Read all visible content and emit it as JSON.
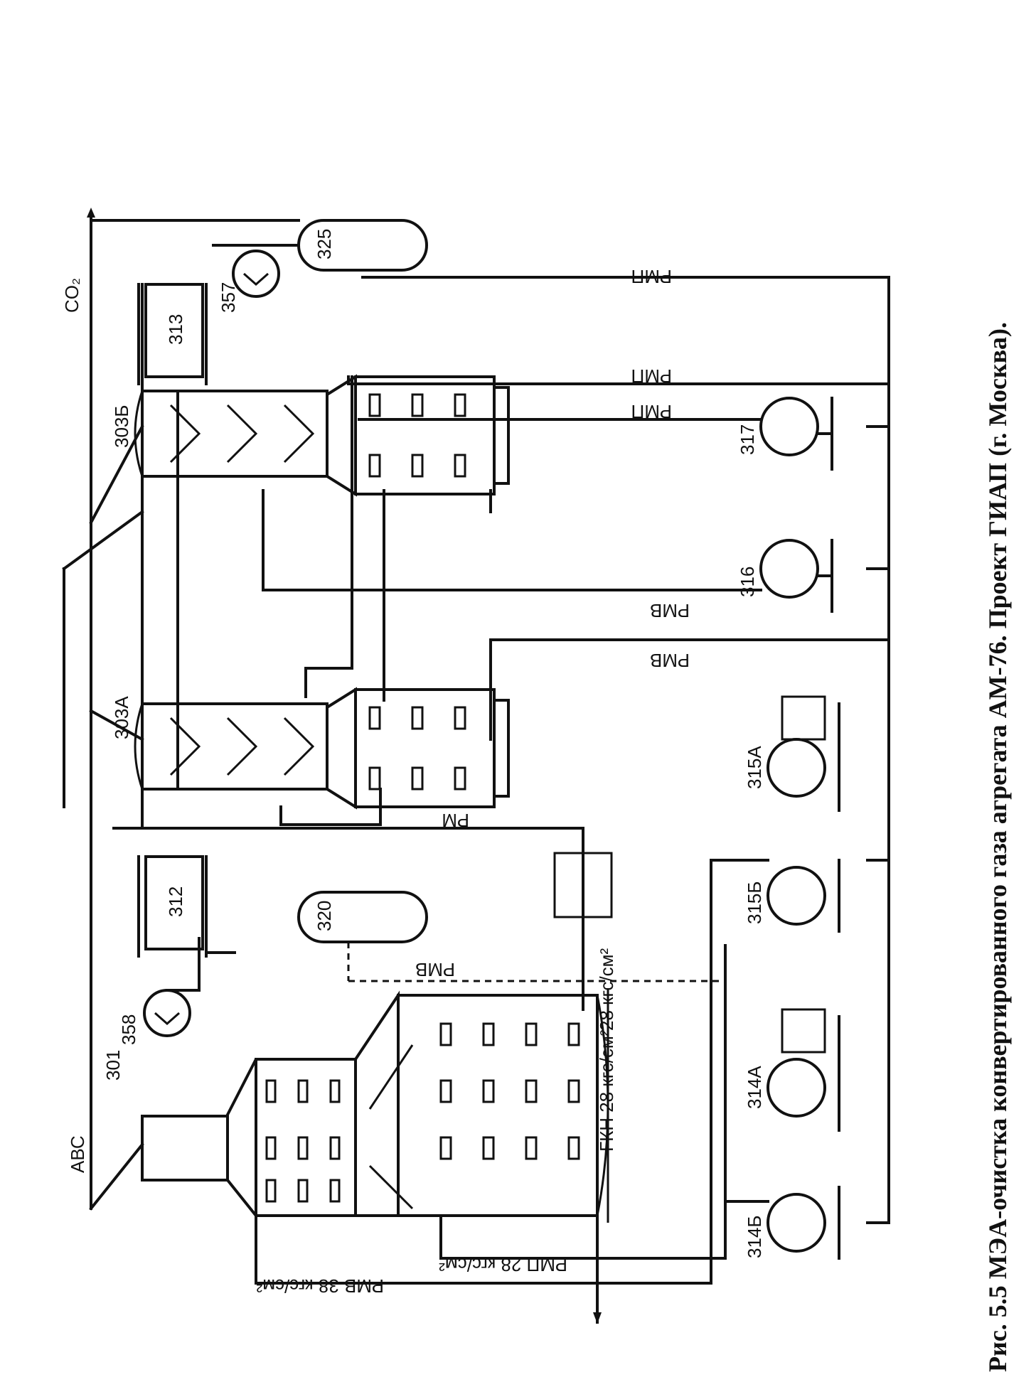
{
  "caption": "Рис. 5.5 МЭА-очистка конвертированного газа агрегата АМ-76. Проект ГИАП (г. Москва).",
  "equipment": {
    "absorber": "301",
    "heat_exchanger_312": "312",
    "heat_exchanger_313": "313",
    "regenerator_a": "303А",
    "regenerator_b": "303Б",
    "vessel_320": "320",
    "vessel_325": "325",
    "pump_358": "358",
    "pump_357": "357",
    "pump_314b": "314Б",
    "pump_314a": "314А",
    "pump_315b": "315Б",
    "pump_315a": "315А",
    "pump_316": "316",
    "pump_317": "317"
  },
  "streams": {
    "inlet_gas": "АВС",
    "co2": "CO₂",
    "rm": "РМ",
    "rmv_top": "РМВ",
    "rmv_bottom": "РМВ",
    "rmv_320": "РМВ",
    "rmp_317": "РМП",
    "rmp_return": "РМП",
    "rmp_325": "РМП",
    "rmv_38": "РМВ 38 кгс/см²",
    "rmp_28": "РМП 28 кгс/см²",
    "gkn_28": "ГКН 28 кгс/см²",
    "press_28": "28 кгс/см²"
  }
}
